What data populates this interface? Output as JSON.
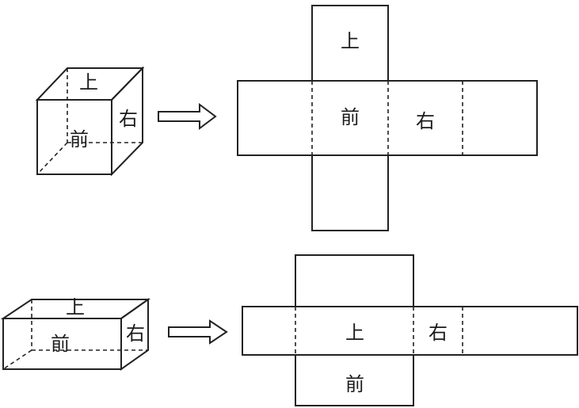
{
  "figure": {
    "row1": {
      "solid_name": "cube",
      "labels": {
        "top": "上",
        "front": "前",
        "right": "右"
      },
      "net_labels": {
        "top_square": "上",
        "center_square": "前",
        "right_square": "右"
      }
    },
    "row2": {
      "solid_name": "cuboid",
      "labels": {
        "top": "上",
        "front": "前",
        "right": "右"
      },
      "net_labels": {
        "center_face": "上",
        "bottom_face": "前",
        "right_face": "右"
      }
    },
    "arrow_icon": "right-hollow-arrow",
    "colors": {
      "line": "#222222",
      "background": "#ffffff"
    }
  }
}
